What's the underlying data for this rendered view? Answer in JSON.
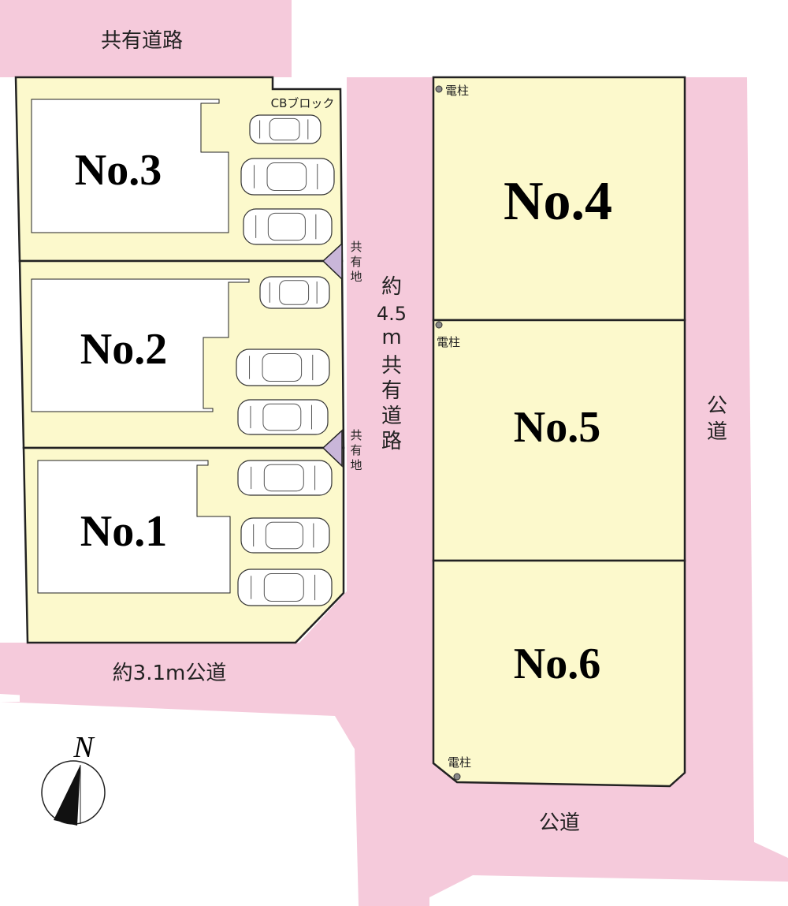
{
  "colors": {
    "road": "#f5cadb",
    "lot": "#fcf9cc",
    "common_land": "#c9b6d9",
    "building": "#ffffff",
    "line": "#222222"
  },
  "roads": {
    "top_label": "共有道路",
    "private_road_label": [
      "約",
      "4.5",
      "m",
      "共",
      "有",
      "道",
      "路"
    ],
    "south_west_label": "約3.1m公道",
    "east_label": [
      "公",
      "道"
    ],
    "south_label": "公道"
  },
  "common_land_label": [
    "共",
    "有",
    "地"
  ],
  "lots": {
    "no1": "No.1",
    "no2": "No.2",
    "no3": "No.3",
    "no4": "No.4",
    "no5": "No.5",
    "no6": "No.6"
  },
  "annotations": {
    "cb_block": "CBブロック",
    "utility_pole": "電柱"
  },
  "compass": {
    "north": "N"
  }
}
